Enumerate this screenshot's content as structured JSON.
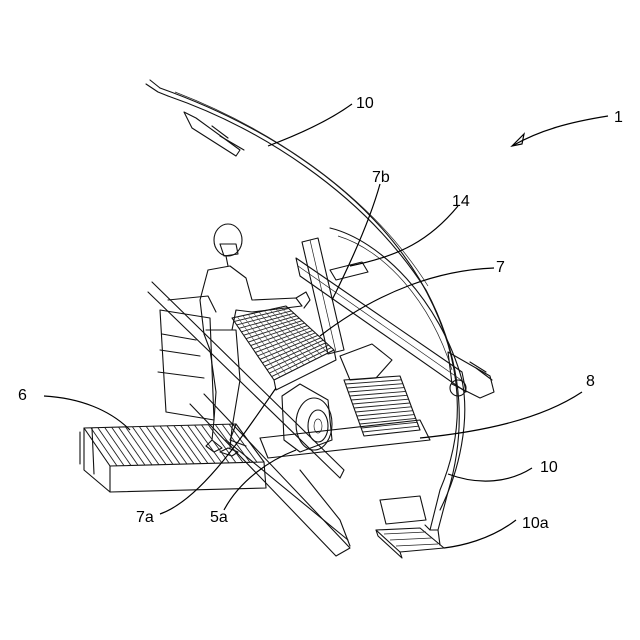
{
  "figure": {
    "reference_labels": {
      "assembly": "1",
      "arch_top": "10",
      "arch_bottom": "10",
      "arch_base": "10a",
      "side_platform": "6",
      "tray": "7",
      "tray_front": "7a",
      "tray_top": "7b",
      "roller": "5a",
      "frame": "8",
      "cable": "14"
    }
  }
}
